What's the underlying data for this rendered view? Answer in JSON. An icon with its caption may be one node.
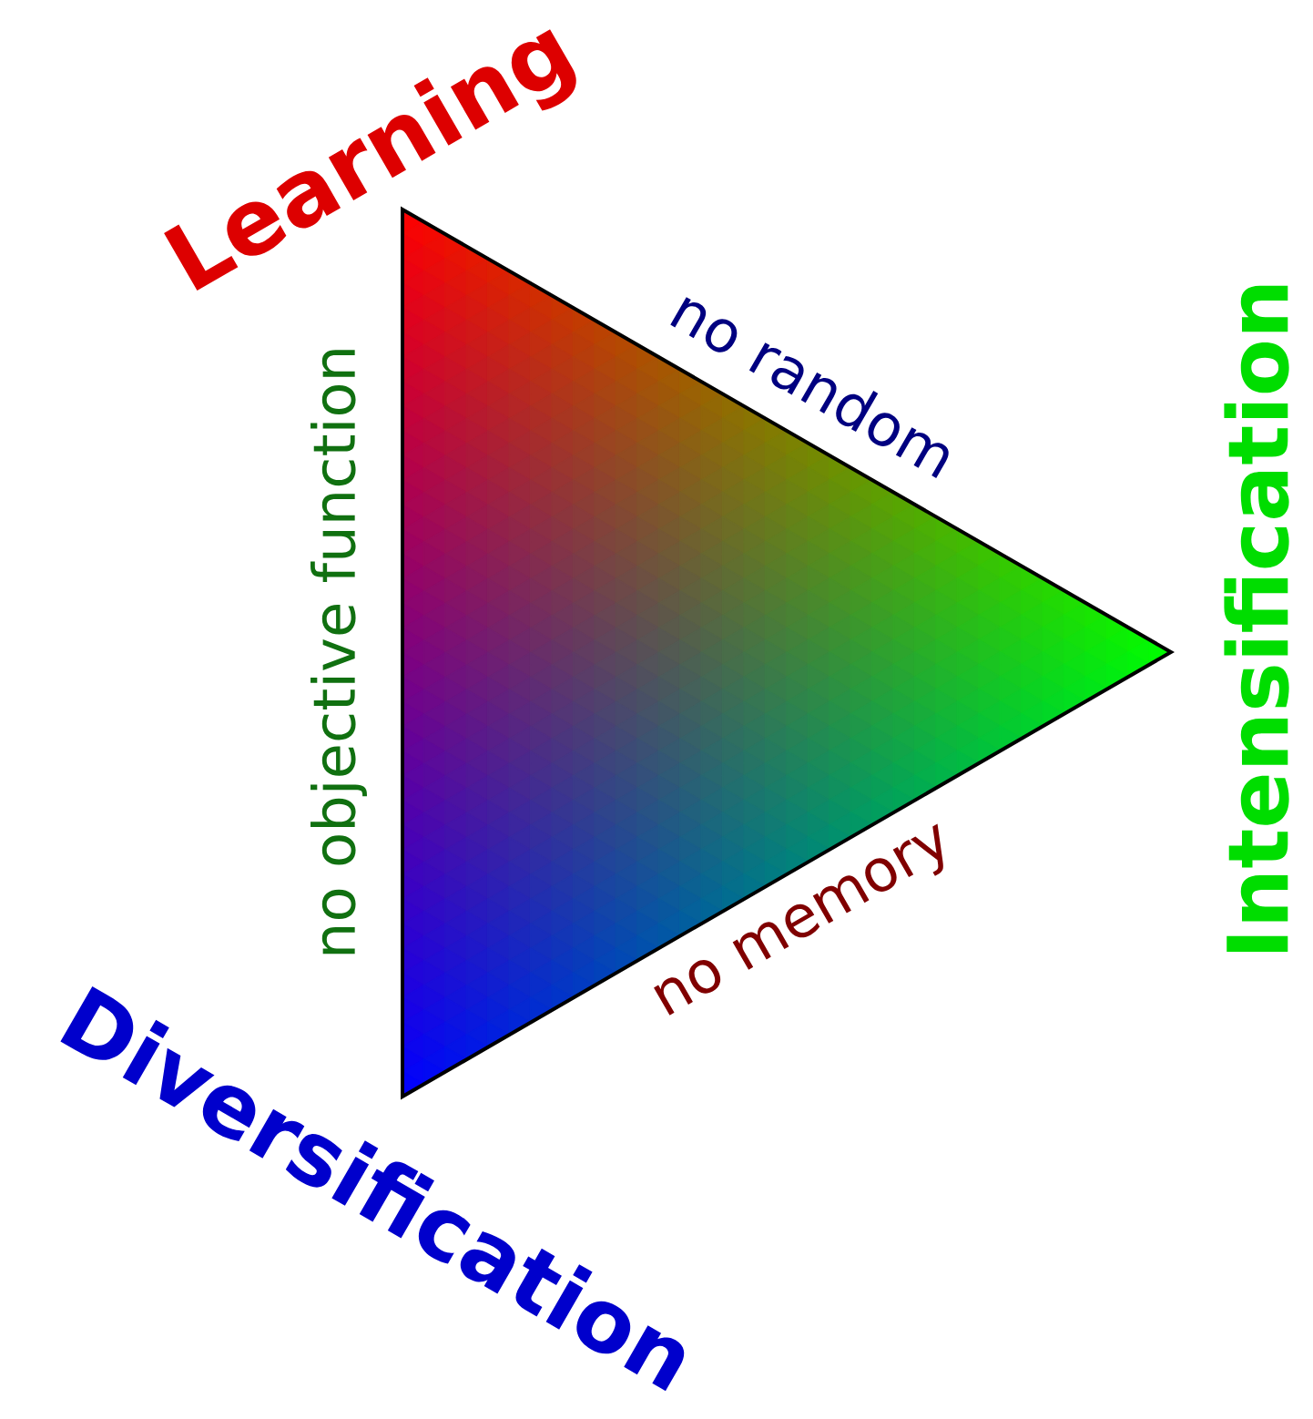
{
  "diagram": {
    "labels": [
      "Learning",
      "no random",
      "no objective function",
      "Intensification",
      "no memory",
      "Diversification"
    ]
  }
}
